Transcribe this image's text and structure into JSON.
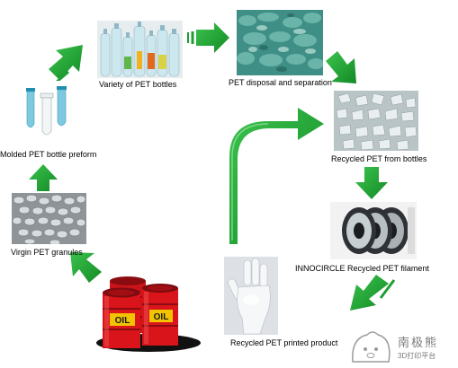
{
  "nodes": {
    "bottles": "Variety of PET bottles",
    "disposal": "PET disposal and separation",
    "recycled_flakes": "Recycled PET from bottles",
    "filament": "INNOCIRCLE Recycled PET filament",
    "printed_product": "Recycled PET printed product",
    "virgin_granules": "Virgin PET granules",
    "preform": "Molded PET bottle preform"
  },
  "oil_drum_label": "OIL",
  "watermark": {
    "name": "南极熊",
    "tagline": "3D打印平台"
  },
  "colors": {
    "arrow_green": "#1e9e32",
    "arrow_highlight": "#ffffff",
    "drum_red": "#d9151b",
    "drum_label": "#f2c400"
  }
}
